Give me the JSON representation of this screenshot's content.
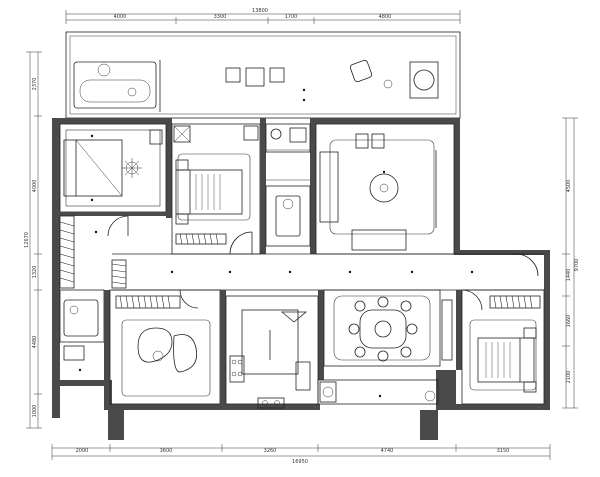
{
  "dimensions": {
    "top_overall": "13800",
    "top_segments": [
      "4000",
      "3300",
      "1700",
      "4800"
    ],
    "bottom_overall": "16950",
    "bottom_segments": [
      "2000",
      "3600",
      "3260",
      "4740",
      "3150"
    ],
    "left_overall": "12670",
    "left_segments": [
      "2370",
      "4000",
      "1320",
      "4480",
      "1000"
    ],
    "right_segments": [
      "4500",
      "1440",
      "1660",
      "2100"
    ],
    "right_overall": "9700"
  },
  "colors": {
    "wall": "#4a4a4a",
    "line": "#222222",
    "background": "#ffffff"
  }
}
